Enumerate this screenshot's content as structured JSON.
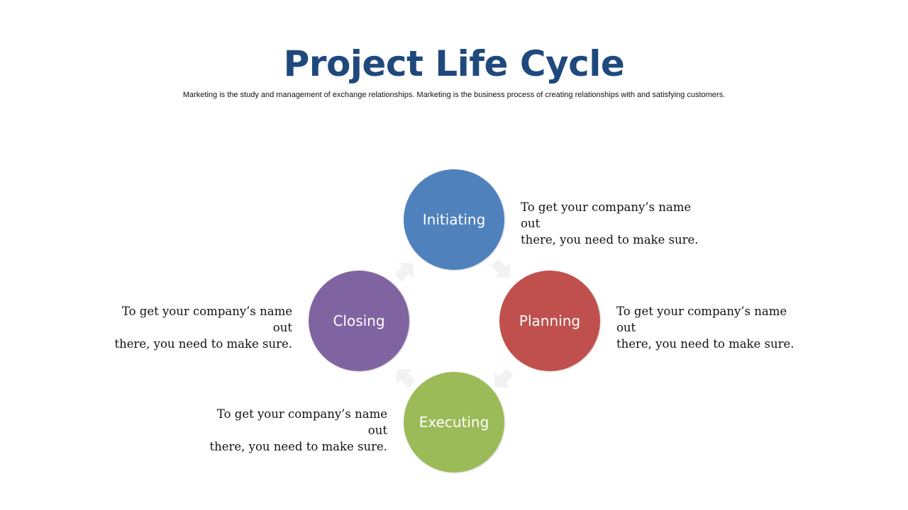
{
  "title": "Project Life Cycle",
  "subtitle": "Marketing is the study and management of exchange relationships. Marketing is the business process of creating relationships with and satisfying customers.",
  "stages": [
    {
      "label": "Initiating",
      "color": "#4f81bd",
      "desc_line1": "To get your company’s name out",
      "desc_line2": "there, you need to make sure."
    },
    {
      "label": "Planning",
      "color": "#c0504d",
      "desc_line1": "To get your company’s name out",
      "desc_line2": "there, you need to make sure."
    },
    {
      "label": "Executing",
      "color": "#9bbb59",
      "desc_line1": "To get your company’s name out",
      "desc_line2": "there, you need to make sure."
    },
    {
      "label": "Closing",
      "color": "#8064a2",
      "desc_line1": "To get your company’s name out",
      "desc_line2": "there, you need to make sure."
    }
  ],
  "arrow_color": "#f2f2f2",
  "title_color": "#1f497d"
}
